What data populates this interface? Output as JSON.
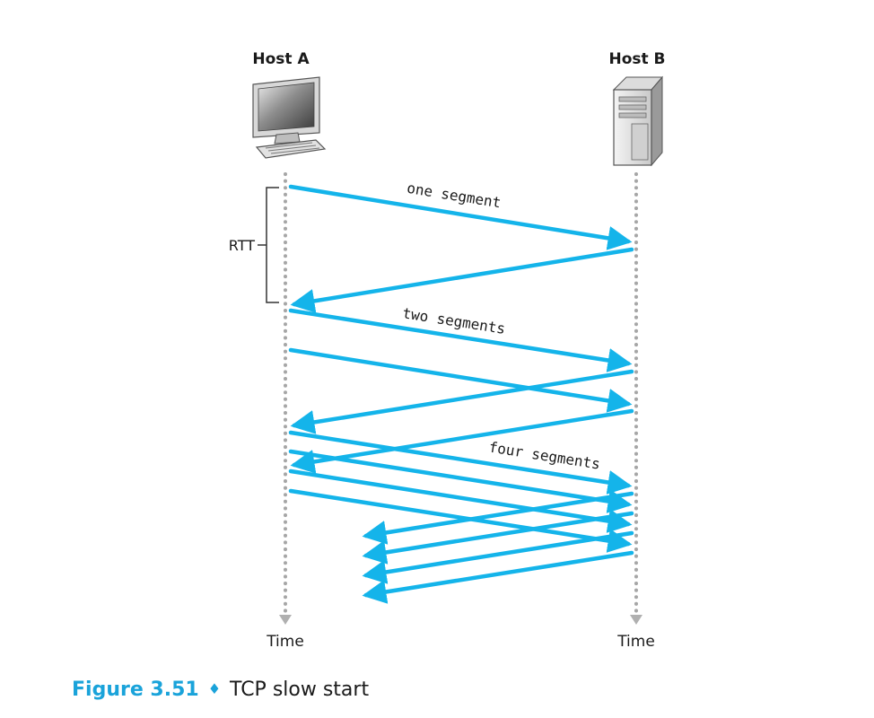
{
  "host_a": {
    "label": "Host A",
    "icon": "desktop-computer-icon",
    "time_label": "Time"
  },
  "host_b": {
    "label": "Host B",
    "icon": "server-tower-icon",
    "time_label": "Time"
  },
  "rtt_label": "RTT",
  "segment_labels": {
    "one": "one segment",
    "two": "two segments",
    "four": "four segments"
  },
  "caption": {
    "number": "Figure 3.51",
    "separator": "♦",
    "title": "TCP slow start"
  },
  "colors": {
    "arrow": "#14b4ea",
    "timeline": "#a6a6a6",
    "accent": "#1aa3da"
  }
}
